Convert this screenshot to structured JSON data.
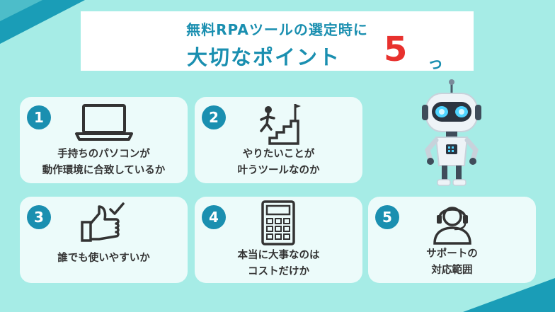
{
  "title": {
    "line1": "無料RPAツールの選定時に",
    "line2": "大切なポイント",
    "number": "5",
    "suffix": "っ"
  },
  "points": [
    {
      "number": "1",
      "line1": "手持ちのパソコンが",
      "line2": "動作環境に合致しているか",
      "icon": "laptop-icon"
    },
    {
      "number": "2",
      "line1": "やりたいことが",
      "line2": "叶うツールなのか",
      "icon": "stairs-climb-icon"
    },
    {
      "number": "3",
      "line1": "誰でも使いやすいか",
      "line2": "",
      "icon": "thumbs-up-check-icon"
    },
    {
      "number": "4",
      "line1": "本当に大事なのは",
      "line2": "コストだけか",
      "icon": "calculator-icon"
    },
    {
      "number": "5",
      "line1": "サポートの",
      "line2": "対応範囲",
      "icon": "headset-operator-icon"
    }
  ],
  "colors": {
    "background": "#a6ece6",
    "accent": "#1a8fb0",
    "highlight": "#e8312e",
    "card": "#ecfbfa"
  }
}
